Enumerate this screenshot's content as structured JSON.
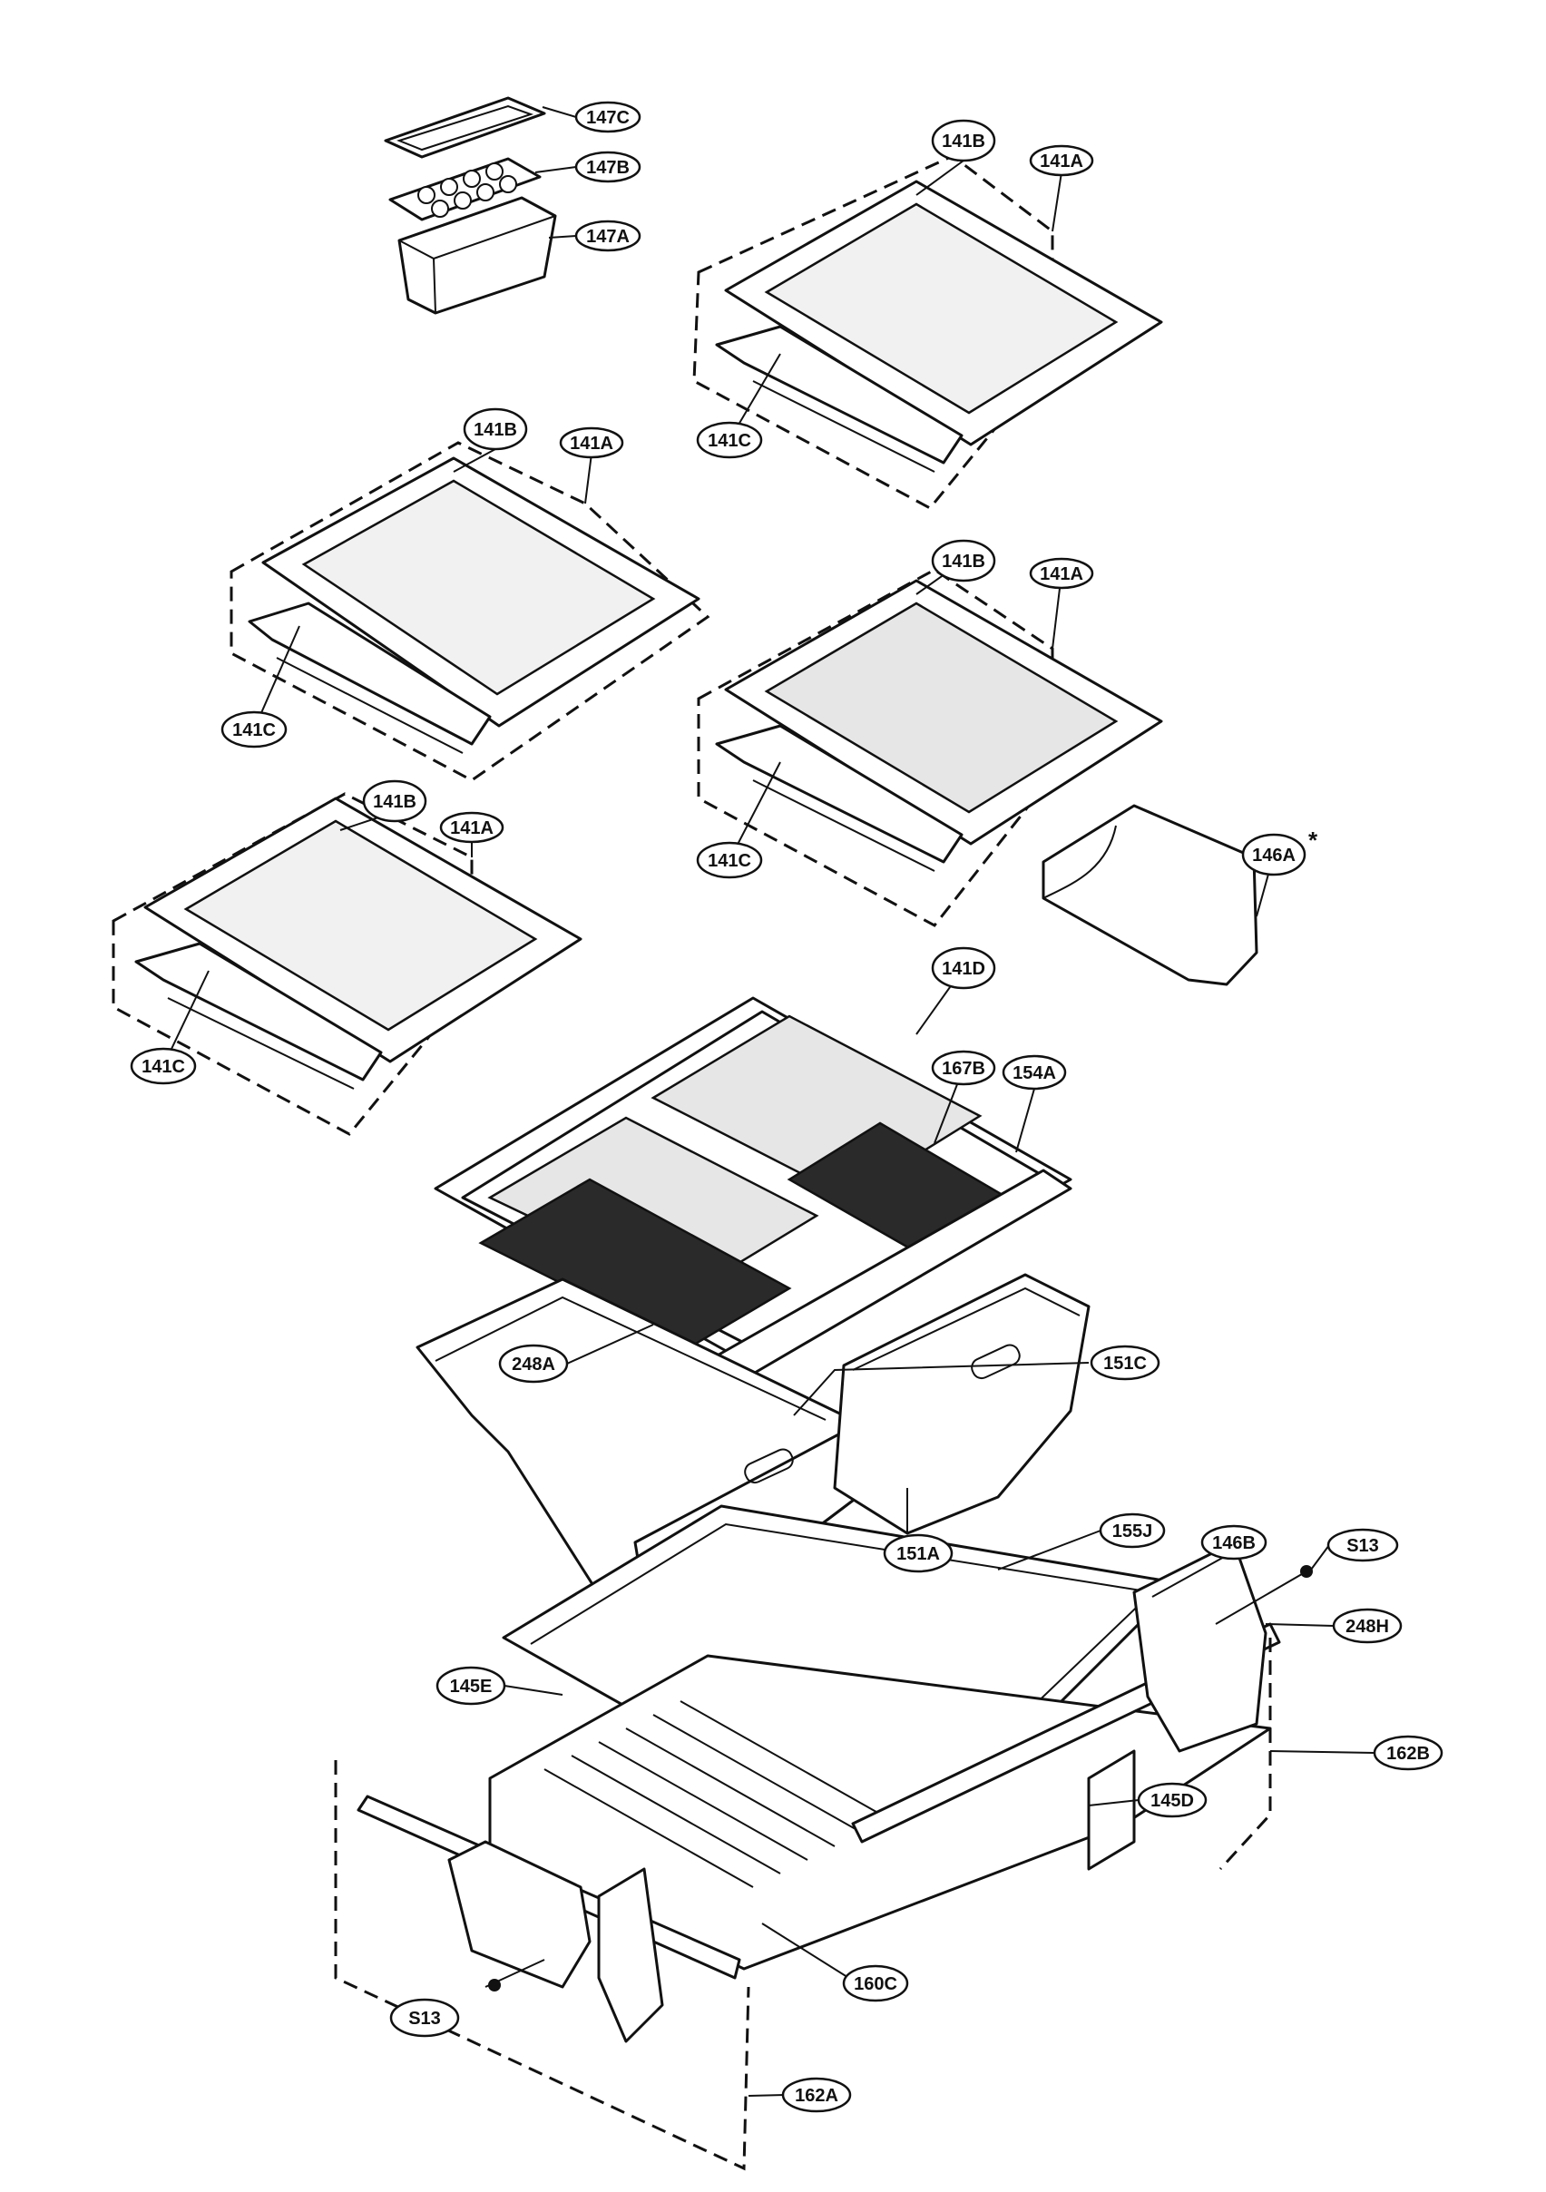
{
  "labels": {
    "l147C": "147C",
    "l147B": "147B",
    "l147A": "147A",
    "l141B_1": "141B",
    "l141A_1": "141A",
    "l141C_1": "141C",
    "l141B_2": "141B",
    "l141A_2": "141A",
    "l141C_2": "141C",
    "l141B_3": "141B",
    "l141A_3": "141A",
    "l141C_3": "141C",
    "l146A": "146A",
    "l141B_4": "141B",
    "l141A_4": "141A",
    "l141C_4": "141C",
    "l141D": "141D",
    "l167B": "167B",
    "l154A": "154A",
    "l151C": "151C",
    "l248A": "248A",
    "l155J": "155J",
    "l146B": "146B",
    "lS13_1": "S13",
    "l151A": "151A",
    "l248H": "248H",
    "l145E": "145E",
    "l162B": "162B",
    "l145D": "145D",
    "l160C": "160C",
    "lS13_2": "S13",
    "l162A": "162A"
  },
  "marks": {
    "asterisk": "*"
  }
}
